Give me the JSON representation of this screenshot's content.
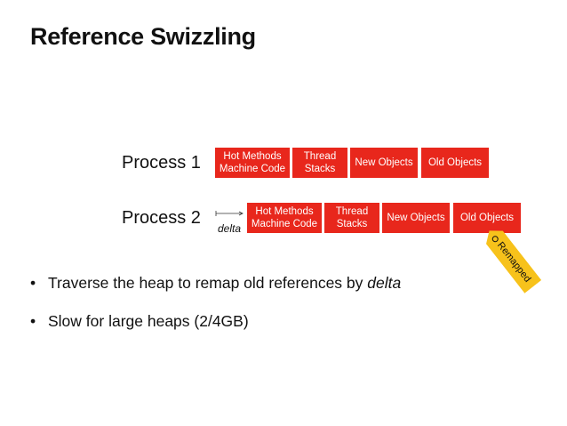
{
  "title": "Reference Swizzling",
  "process1": {
    "label": "Process 1",
    "blocks": [
      "Hot Methods\nMachine Code",
      "Thread\nStacks",
      "New Objects",
      "Old Objects"
    ]
  },
  "process2": {
    "label": "Process 2",
    "delta": "delta",
    "blocks": [
      "Hot Methods\nMachine Code",
      "Thread\nStacks",
      "New Objects",
      "Old Objects"
    ],
    "tag": "Remapped"
  },
  "bullets": [
    {
      "marker": "•",
      "text": "Traverse the heap to remap old references by ",
      "emph": "delta"
    },
    {
      "marker": "•",
      "text": "Slow for large heaps (2/4GB)",
      "emph": ""
    }
  ],
  "colors": {
    "block": "#e8271c",
    "tag": "#f7c21b"
  }
}
